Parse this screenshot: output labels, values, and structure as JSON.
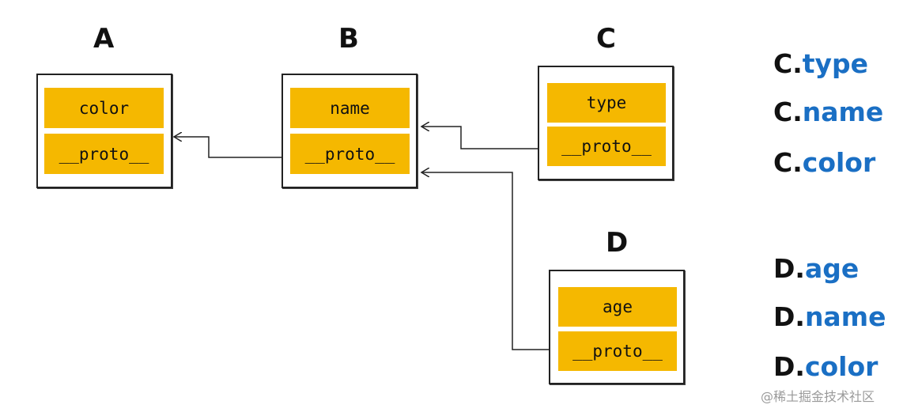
{
  "objects": {
    "A": {
      "title": "A",
      "fields": [
        "color",
        "__proto__"
      ]
    },
    "B": {
      "title": "B",
      "fields": [
        "name",
        "__proto__"
      ]
    },
    "C": {
      "title": "C",
      "fields": [
        "type",
        "__proto__"
      ]
    },
    "D": {
      "title": "D",
      "fields": [
        "age",
        "__proto__"
      ]
    }
  },
  "lookups": {
    "C": [
      {
        "obj": "C.",
        "prop": "type"
      },
      {
        "obj": "C.",
        "prop": "name"
      },
      {
        "obj": "C.",
        "prop": "color"
      }
    ],
    "D": [
      {
        "obj": "D.",
        "prop": "age"
      },
      {
        "obj": "D.",
        "prop": "name"
      },
      {
        "obj": "D.",
        "prop": "color"
      }
    ]
  },
  "watermark": "@稀土掘金技术社区",
  "colors": {
    "field_fill": "#f5b800",
    "property_text": "#1a6fc4",
    "outline": "#222222"
  }
}
